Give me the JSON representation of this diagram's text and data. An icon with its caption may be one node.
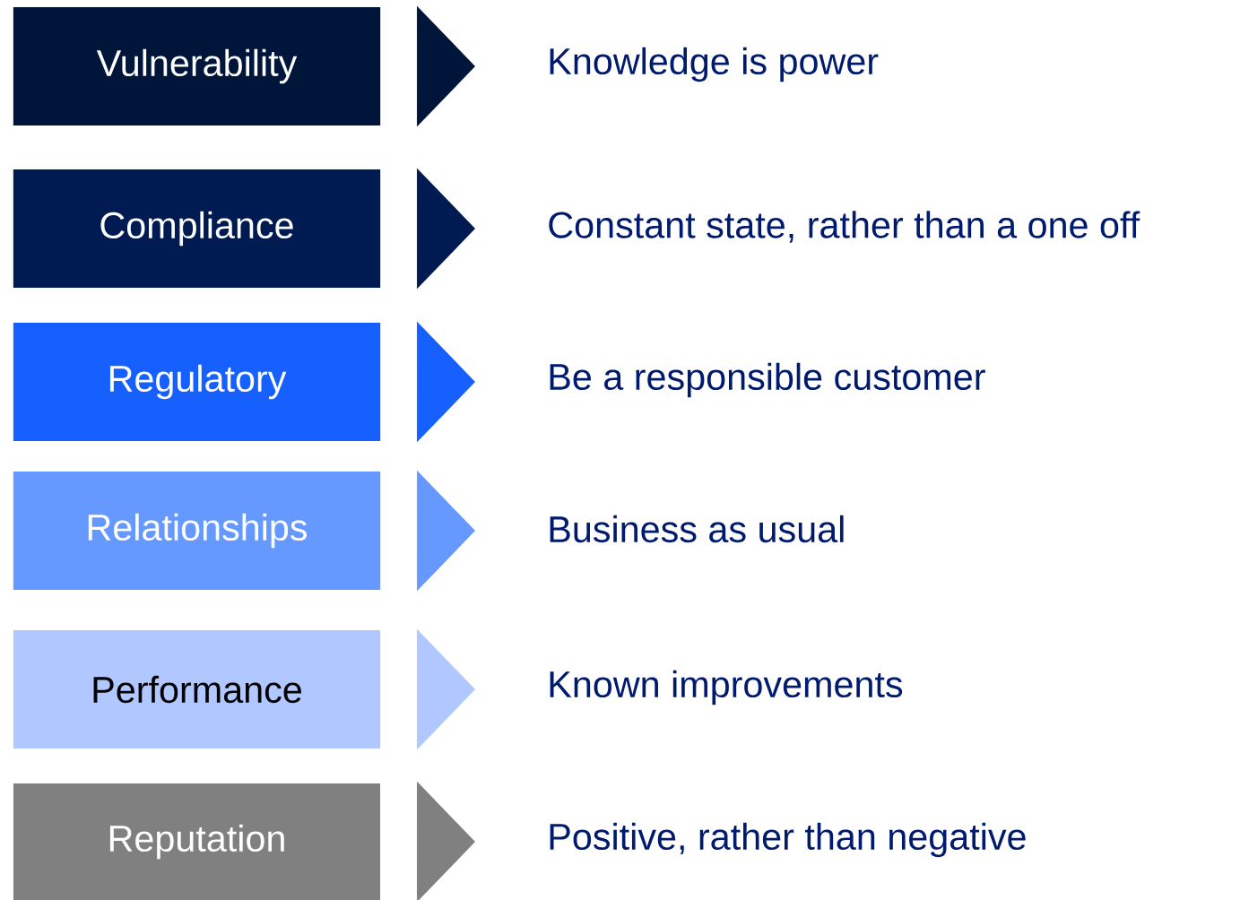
{
  "diagram": {
    "nodes": [
      {
        "text": [
          "Vulnerability"
        ]
      },
      {
        "text": [
          "Compliance"
        ]
      },
      {
        "text": [
          "Regulatory"
        ]
      },
      {
        "text": [
          "Relationships"
        ]
      },
      {
        "text": [
          "Performance"
        ]
      },
      {
        "text": [
          "Reputation"
        ]
      },
      {
        "text": [
          "Knowledge is power"
        ]
      },
      {
        "text": [
          "Constant state, rather than a one off"
        ]
      },
      {
        "text": [
          "Be a responsible customer"
        ]
      },
      {
        "text": [
          "Business as usual"
        ]
      },
      {
        "text": [
          "Known improvements"
        ]
      },
      {
        "text": [
          "Positive, rather than negative"
        ]
      }
    ],
    "edges": [
      {
        "from": 0,
        "to": 6,
        "arrow": "to",
        "color": "#00153a"
      },
      {
        "from": 1,
        "to": 7,
        "arrow": "to",
        "color": "#001a52"
      },
      {
        "from": 2,
        "to": 8,
        "arrow": "to",
        "color": "#1560ff"
      },
      {
        "from": 3,
        "to": 9,
        "arrow": "to",
        "color": "#6699ff"
      },
      {
        "from": 4,
        "to": 10,
        "arrow": "to",
        "color": "#b0c8ff"
      },
      {
        "from": 5,
        "to": 11,
        "arrow": "to",
        "color": "#808080"
      }
    ]
  }
}
